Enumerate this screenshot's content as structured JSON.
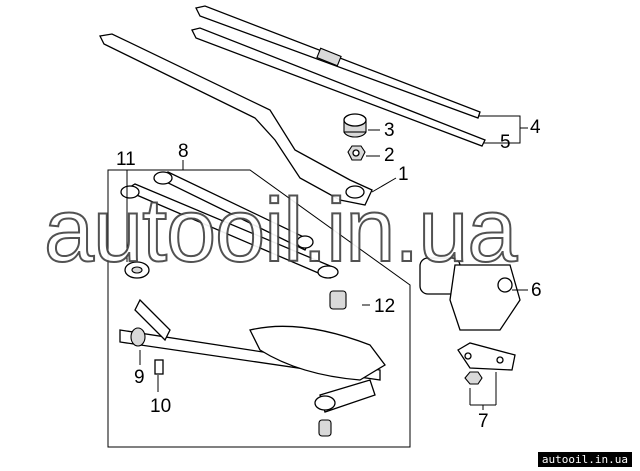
{
  "diagram": {
    "callouts": {
      "c1": "1",
      "c2": "2",
      "c3": "3",
      "c4": "4",
      "c5": "5",
      "c6": "6",
      "c7": "7",
      "c8": "8",
      "c9": "9",
      "c10": "10",
      "c11": "11",
      "c12": "12"
    },
    "watermark": "autooil.in.ua",
    "footer": "autooil.in.ua"
  }
}
